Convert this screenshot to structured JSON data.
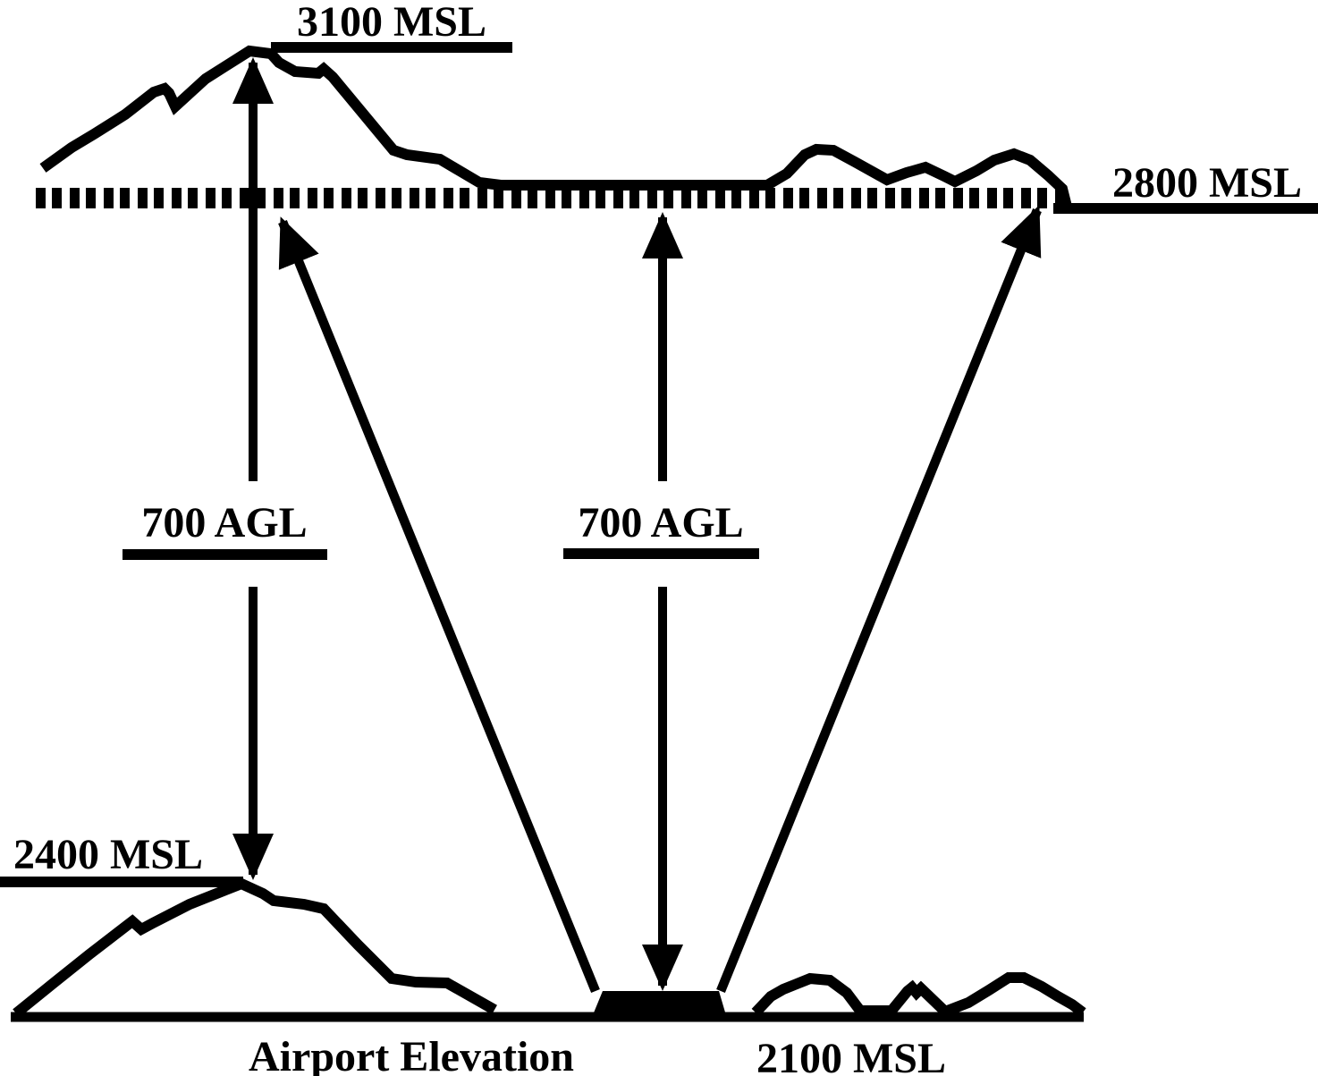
{
  "labels": {
    "peak_msl": "3100 MSL",
    "floor_msl": "2800 MSL",
    "agl_left": "700 AGL",
    "agl_center": "700 AGL",
    "hill_msl": "2400 MSL",
    "airport_elevation": "Airport Elevation",
    "airport_msl": "2100 MSL"
  },
  "colors": {
    "ink": "#000000",
    "background": "#ffffff"
  }
}
